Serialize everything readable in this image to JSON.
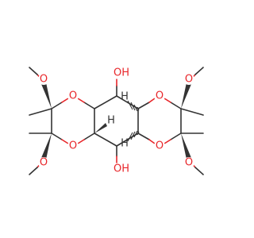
{
  "atom_labels": {
    "o_ring_left_top": "O",
    "o_ring_left_bottom": "O",
    "o_ring_mid_top": "O",
    "o_ring_mid_bottom": "O",
    "o_ring_right_top": "O",
    "o_ring_right_bottom": "O",
    "o_methoxy_left_top": "O",
    "o_methoxy_left_bottom": "O",
    "o_methoxy_right_top": "O",
    "o_methoxy_right_bottom": "O",
    "hydroxyl_top": "OH",
    "hydroxyl_bottom": "OH",
    "h_stereo_top": "H",
    "h_stereo_bottom_left": "H",
    "h_stereo_bottom_right": "H"
  },
  "colors": {
    "bond": "#333333",
    "oxygen": "#e8262a",
    "background": "#ffffff"
  }
}
